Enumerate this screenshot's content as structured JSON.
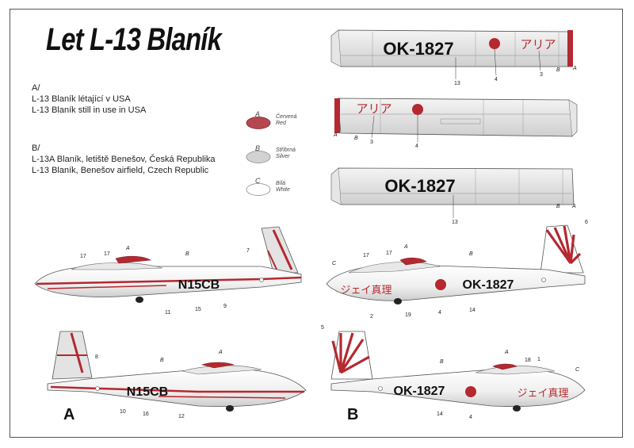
{
  "title": "Let L-13 Blaník",
  "variant_a": {
    "heading": "A/",
    "line_cz": "L-13 Blaník létající v USA",
    "line_en": "L-13 Blaník still in use in USA",
    "letter": "A",
    "registration": "N15CB"
  },
  "variant_b": {
    "heading": "B/",
    "line_cz": "L-13A Blaník, letiště Benešov, Česká Republika",
    "line_en": "L-13 Blaník, Benešov airfield, Czech Republic",
    "letter": "B",
    "registration": "OK-1827",
    "wing_katakana": "アリア",
    "fuselage_kanji": "ジェイ真理"
  },
  "legend": [
    {
      "letter": "A",
      "cz": "Červená",
      "en": "Red",
      "color": "#b5484f"
    },
    {
      "letter": "B",
      "cz": "Stříbrná",
      "en": "Silver",
      "color": "#d2d2d2"
    },
    {
      "letter": "C",
      "cz": "Bílá",
      "en": "White",
      "color": "#ffffff"
    }
  ],
  "callouts": {
    "n13": "13",
    "n4": "4",
    "n3": "3",
    "nB": "B",
    "nA": "A",
    "nC": "C",
    "n6": "6",
    "n17": "17",
    "n7": "7",
    "n11": "11",
    "n15": "15",
    "n9": "9",
    "n2": "2",
    "n19": "19",
    "n14": "14",
    "n8": "8",
    "n10": "10",
    "n16": "16",
    "n12": "12",
    "n5": "5",
    "n18": "18",
    "n1": "1"
  },
  "colors": {
    "red": "#b5282f",
    "silver": "#d6d6d6",
    "outline": "#666666"
  }
}
